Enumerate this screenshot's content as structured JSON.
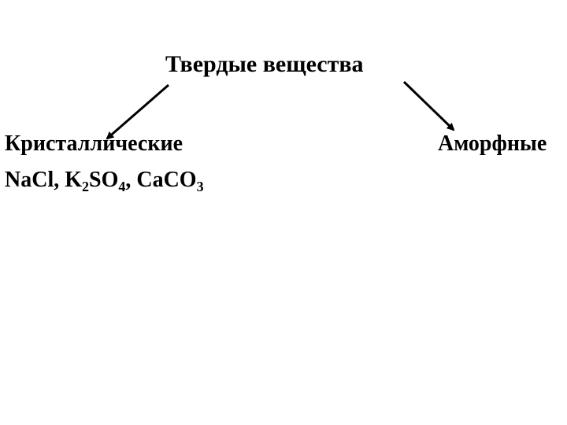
{
  "diagram": {
    "root": "Твердые вещества",
    "branches": [
      {
        "label": "Кристаллические",
        "examples": {
          "text_parts": [
            {
              "t": "NaCl, K"
            },
            {
              "sub": "2"
            },
            {
              "t": "SO"
            },
            {
              "sub": "4"
            },
            {
              "t": ", CaCO"
            },
            {
              "sub": "3"
            }
          ]
        }
      },
      {
        "label": "Аморфные"
      }
    ]
  },
  "colors": {
    "background": "#ffffff",
    "text": "#000000",
    "arrow": "#000000"
  }
}
